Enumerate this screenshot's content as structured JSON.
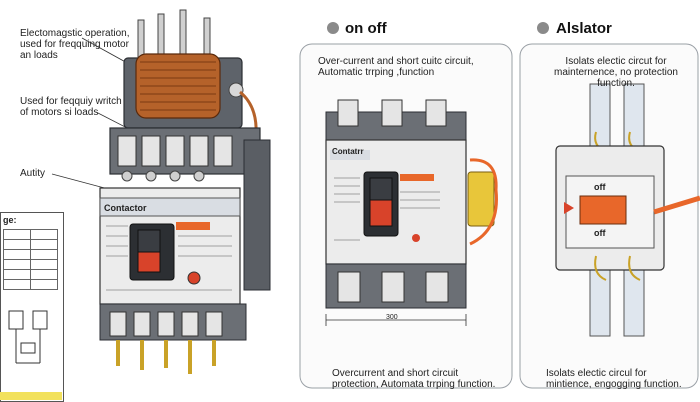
{
  "left": {
    "callouts": [
      "Electomagstic operation, used for freqquing motor an loads",
      "Used for feqquiy writch of motors si loads",
      "Autity"
    ],
    "device_label": "Contactor",
    "sidebar_title": "ge:"
  },
  "middle": {
    "title": "on off",
    "top_text": "Over-current and short cuitc circuit, Automatic trrping ,function",
    "bottom_text": "Overcurrent and short circuit protection, Automata trrping function.",
    "device_label": "Contatrr",
    "dimension": "300"
  },
  "right": {
    "title": "Alslator",
    "top_text": "Isolats electic circut for mainternence, no protection function.",
    "bottom_text": "Isolats electic circul for mintience, engogging function.",
    "switch_on": "off",
    "switch_off": "off"
  },
  "colors": {
    "copper": "#b5622a",
    "red_button": "#d8432a",
    "orange": "#e8672a",
    "gray_body": "#6b6f75",
    "light_body": "#e9e9e9",
    "yellow": "#f2e15c"
  }
}
